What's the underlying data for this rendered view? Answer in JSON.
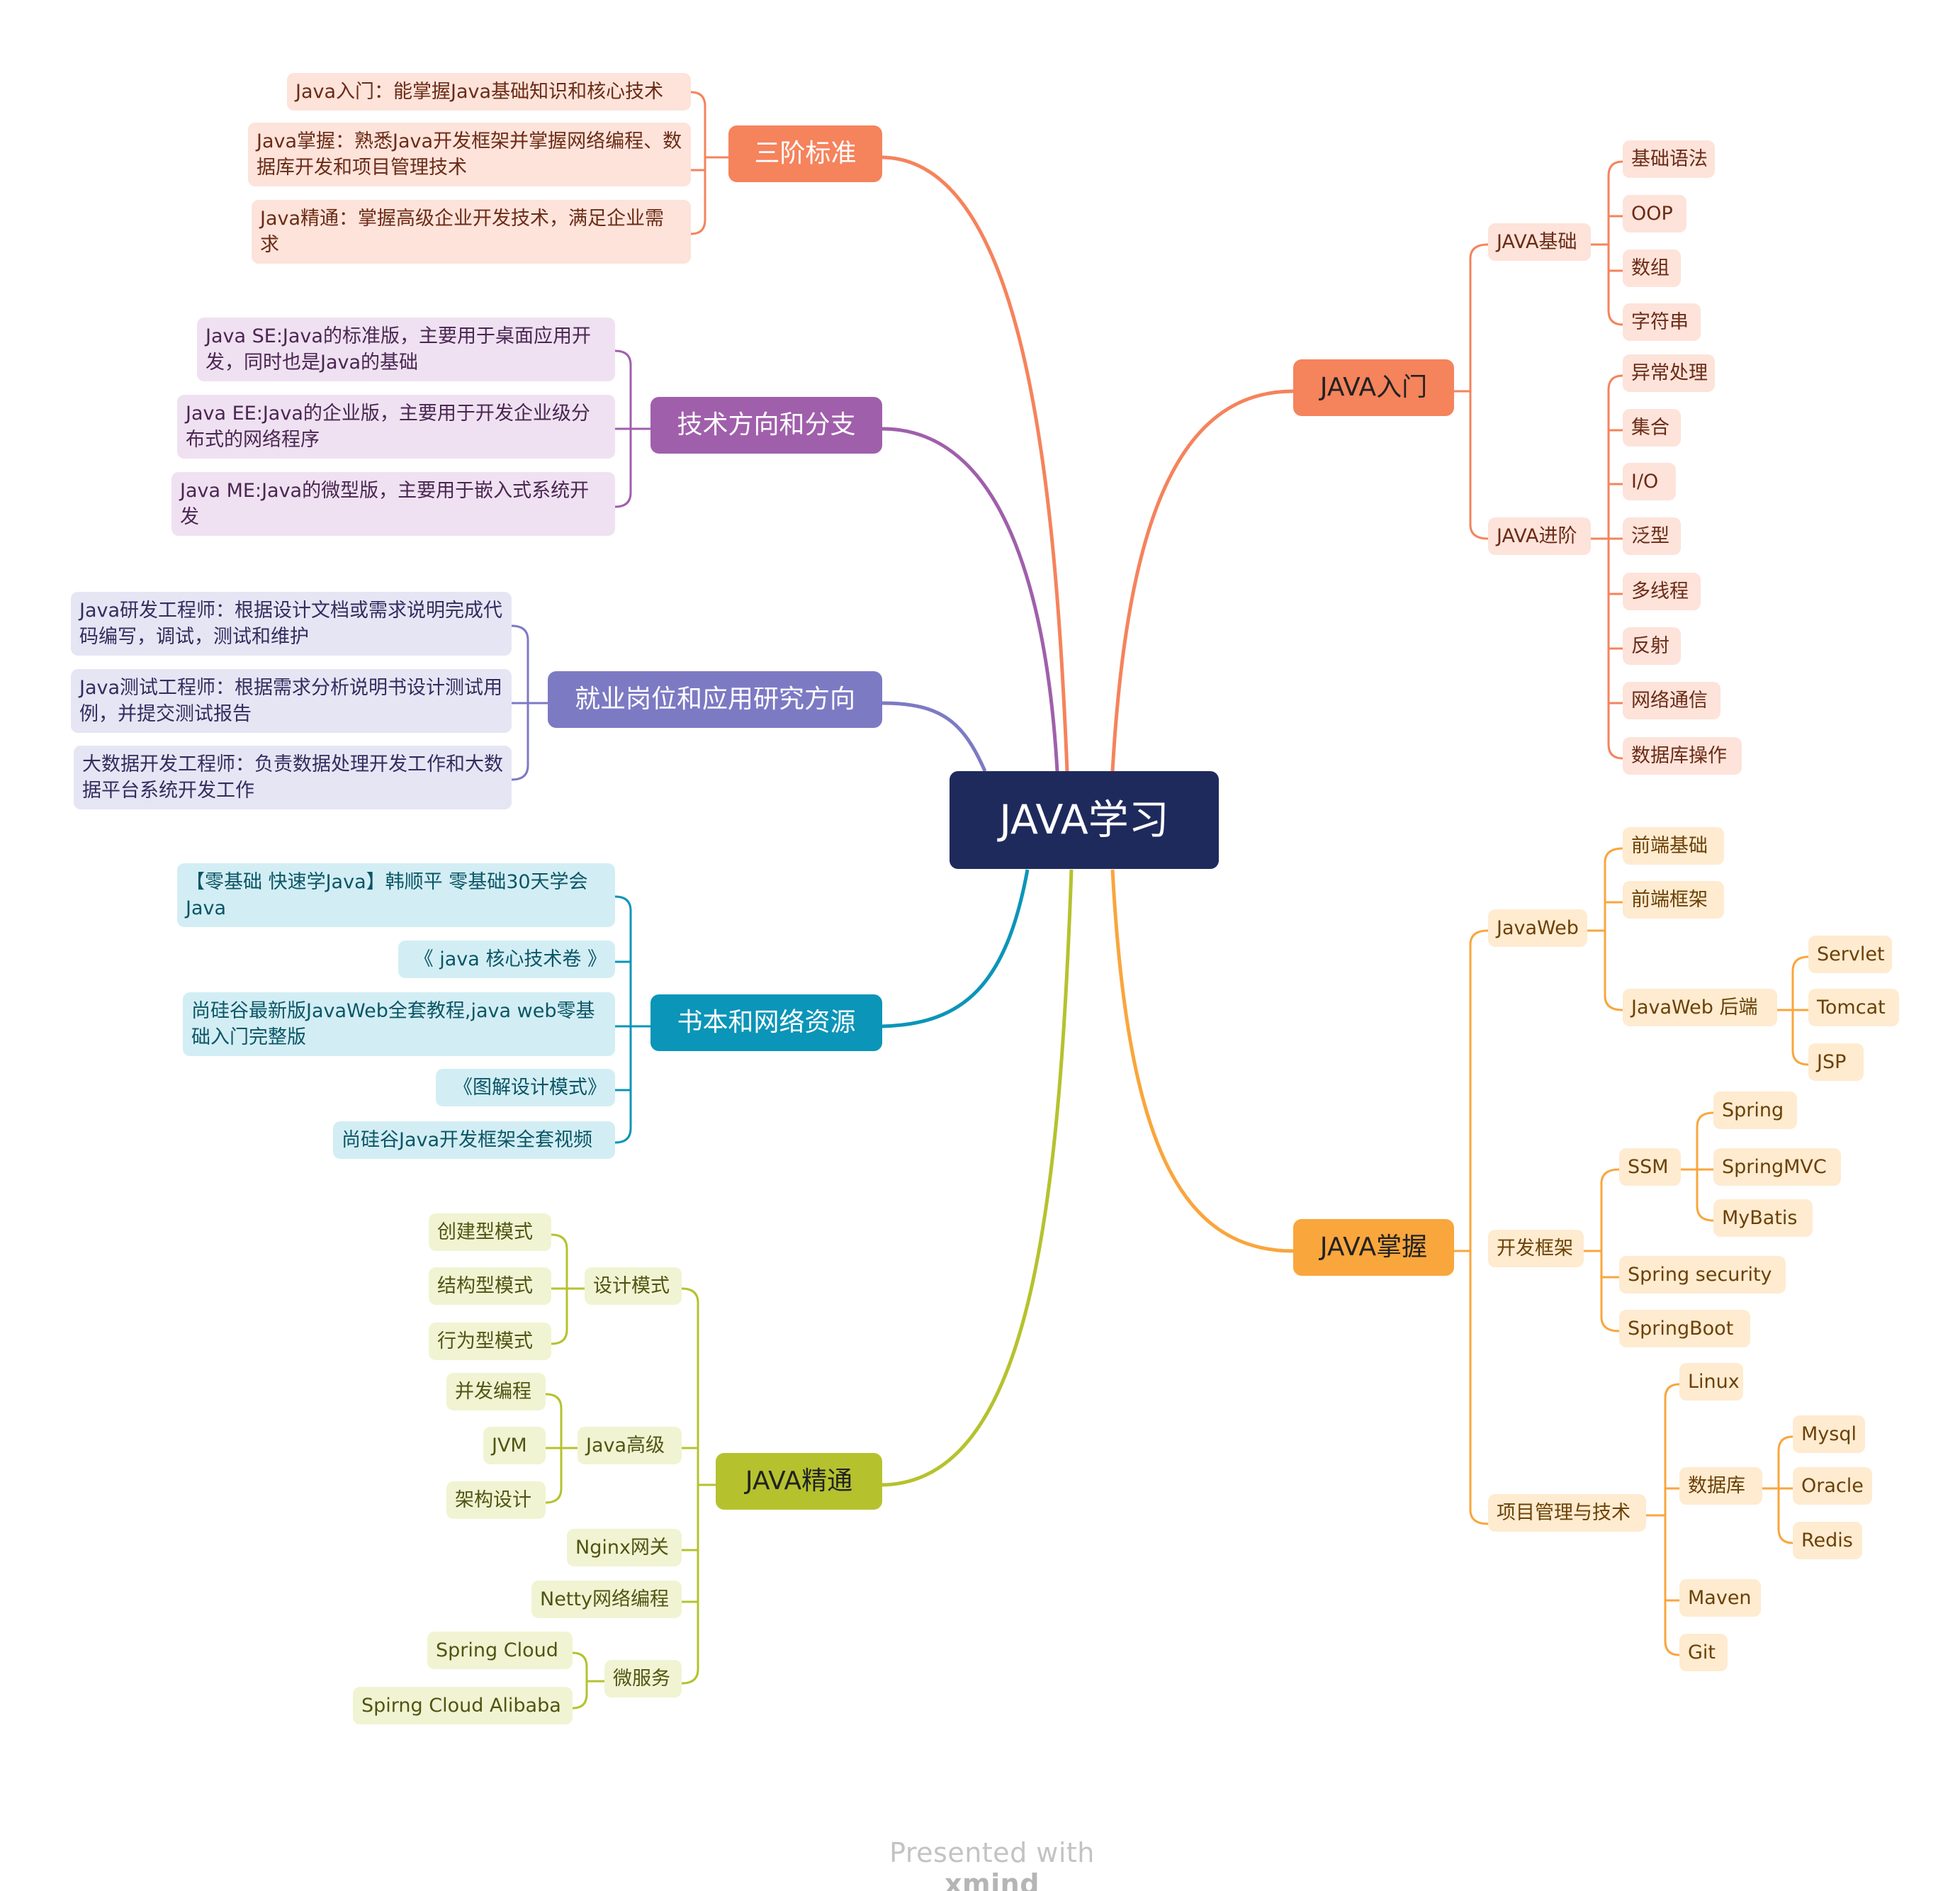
{
  "central": "JAVA学习",
  "colors": {
    "central": "#1f2a5c",
    "orange_red": "#f5835c",
    "purple": "#a05fab",
    "indigo": "#7d7ac4",
    "teal": "#0b95b8",
    "olive": "#b5c22e",
    "amber": "#f9a63c"
  },
  "branches": {
    "sanjie": {
      "label": "三阶标准",
      "items": [
        "Java入门：能掌握Java基础知识和核心技术",
        "Java掌握：熟悉Java开发框架并掌握网络编程、数据库开发和项目管理技术",
        "Java精通：掌握高级企业开发技术，满足企业需求"
      ]
    },
    "jishu": {
      "label": "技术方向和分支",
      "items": [
        "Java SE:Java的标准版，主要用于桌面应用开发，同时也是Java的基础",
        "Java EE:Java的企业版，主要用于开发企业级分布式的网络程序",
        "Java ME:Java的微型版，主要用于嵌入式系统开发"
      ]
    },
    "jiuye": {
      "label": "就业岗位和应用研究方向",
      "items": [
        "Java研发工程师：根据设计文档或需求说明完成代码编写，调试，测试和维护",
        "Java测试工程师：根据需求分析说明书设计测试用例，并提交测试报告",
        "大数据开发工程师：负责数据处理开发工作和大数据平台系统开发工作"
      ]
    },
    "shuben": {
      "label": "书本和网络资源",
      "items": [
        "【零基础 快速学Java】韩顺平 零基础30天学会Java",
        "《 java 核心技术卷 》",
        "尚硅谷最新版JavaWeb全套教程,java web零基础入门完整版",
        "《图解设计模式》",
        "尚硅谷Java开发框架全套视频"
      ]
    },
    "jingtong": {
      "label": "JAVA精通",
      "sheji": {
        "label": "设计模式",
        "items": [
          "创建型模式",
          "结构型模式",
          "行为型模式"
        ]
      },
      "gaoji": {
        "label": "Java高级",
        "items": [
          "并发编程",
          "JVM",
          "架构设计"
        ]
      },
      "nginx": "Nginx网关",
      "netty": "Netty网络编程",
      "weifuwu": {
        "label": "微服务",
        "items": [
          "Spring Cloud",
          "Spirng Cloud Alibaba"
        ]
      }
    },
    "rumen": {
      "label": "JAVA入门",
      "jichu": {
        "label": "JAVA基础",
        "items": [
          "基础语法",
          "OOP",
          "数组",
          "字符串"
        ]
      },
      "jinjie": {
        "label": "JAVA进阶",
        "items": [
          "异常处理",
          "集合",
          "I/O",
          "泛型",
          "多线程",
          "反射",
          "网络通信",
          "数据库操作"
        ]
      }
    },
    "zhangwo": {
      "label": "JAVA掌握",
      "javaweb": {
        "label": "JavaWeb",
        "qianduan": [
          "前端基础",
          "前端框架"
        ],
        "houduan": {
          "label": "JavaWeb 后端",
          "items": [
            "Servlet",
            "Tomcat",
            "JSP"
          ]
        }
      },
      "kuangjia": {
        "label": "开发框架",
        "ssm": {
          "label": "SSM",
          "items": [
            "Spring",
            "SpringMVC",
            "MyBatis"
          ]
        },
        "security": "Spring security",
        "boot": "SpringBoot"
      },
      "xiangmu": {
        "label": "项目管理与技术",
        "linux": "Linux",
        "shujuku": {
          "label": "数据库",
          "items": [
            "Mysql",
            "Oracle",
            "Redis"
          ]
        },
        "maven": "Maven",
        "git": "Git"
      }
    }
  },
  "footer": {
    "prefix": "Presented with",
    "brand": "xmind"
  }
}
